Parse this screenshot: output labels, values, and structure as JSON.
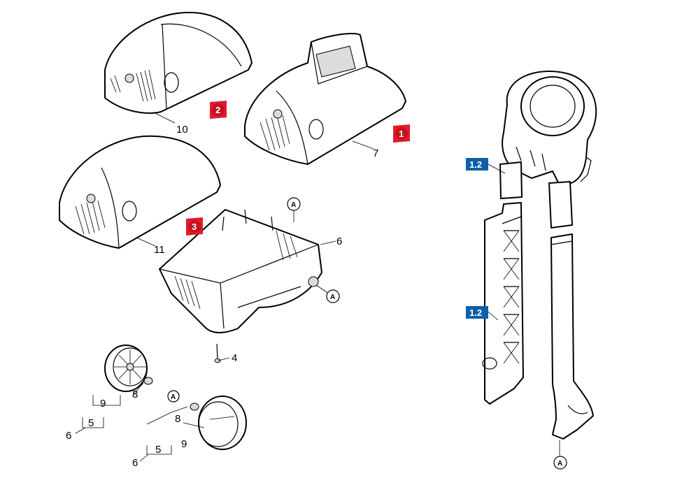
{
  "callouts": {
    "part_10": "10",
    "part_7": "7",
    "part_11": "11",
    "part_6_housing": "6",
    "part_4": "4",
    "wheel_rear": {
      "part_9": "9",
      "part_8": "8",
      "part_5": "5",
      "part_6": "6"
    },
    "wheel_front": {
      "part_8": "8",
      "part_9": "9",
      "part_5": "5",
      "part_6": "6"
    }
  },
  "badges": {
    "variant_1": "1",
    "variant_2": "2",
    "variant_3": "3"
  },
  "references": {
    "a1": "A",
    "a2": "A",
    "a3": "A",
    "a4": "A"
  },
  "handle_labels": {
    "upper": "1.2",
    "lower": "1.2"
  },
  "colors": {
    "badge_red": "#e3192d",
    "label_blue": "#0d5fa8"
  }
}
